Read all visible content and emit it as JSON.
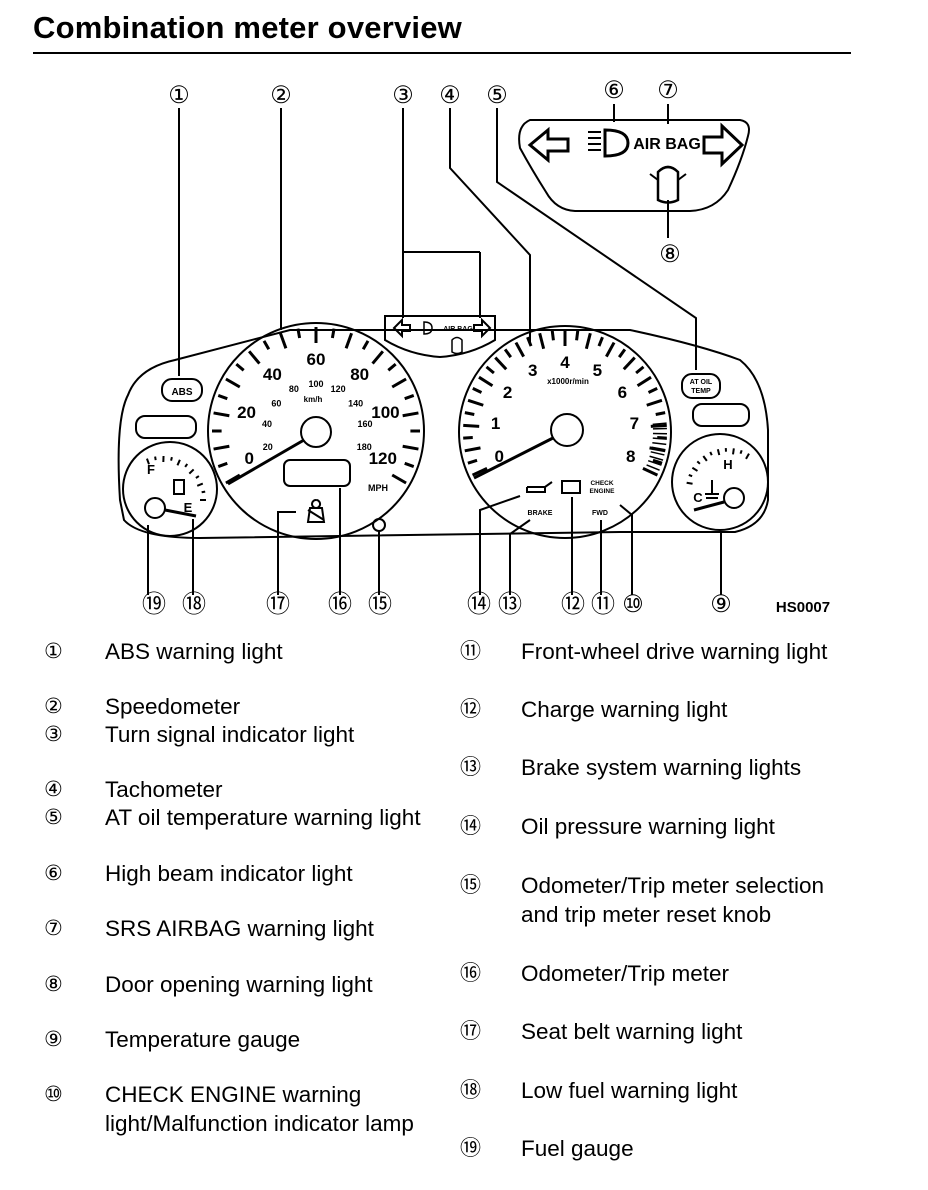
{
  "title": "Combination meter overview",
  "figure_code": "HS0007",
  "callouts": [
    "①",
    "②",
    "③",
    "④",
    "⑤",
    "⑥",
    "⑦",
    "⑧",
    "⑨",
    "⑩",
    "⑪",
    "⑫",
    "⑬",
    "⑭",
    "⑮",
    "⑯",
    "⑰",
    "⑱",
    "⑲"
  ],
  "inset": {
    "airbag": "AIR BAG"
  },
  "cluster": {
    "abs": "ABS",
    "airbag_small": "AIR BAG",
    "at_oil_line1": "AT OIL",
    "at_oil_line2": "TEMP",
    "speedometer": {
      "mph_ticks": [
        "0",
        "20",
        "40",
        "60",
        "80",
        "100",
        "120"
      ],
      "kmh_ticks": [
        "20",
        "40",
        "60",
        "80",
        "100",
        "120",
        "140",
        "160",
        "180"
      ],
      "kmh_unit": "km/h",
      "mph_unit": "MPH"
    },
    "tachometer": {
      "ticks": [
        "0",
        "1",
        "2",
        "3",
        "4",
        "5",
        "6",
        "7",
        "8"
      ],
      "unit": "x1000r/min"
    },
    "fuel": {
      "full": "F",
      "empty": "E"
    },
    "temp": {
      "hot": "H",
      "cold": "C"
    },
    "brake": "BRAKE",
    "fwd": "FWD",
    "check_line1": "CHECK",
    "check_line2": "ENGINE"
  },
  "legend_left": [
    {
      "num": "①",
      "text": "ABS warning light"
    },
    {
      "num": "②",
      "text": "Speedometer"
    },
    {
      "num": "③",
      "text": "Turn signal indicator light"
    },
    {
      "num": "④",
      "text": "Tachometer"
    },
    {
      "num": "⑤",
      "text": "AT oil temperature warning light"
    },
    {
      "num": "⑥",
      "text": "High beam indicator light"
    },
    {
      "num": "⑦",
      "text": "SRS AIRBAG warning light"
    },
    {
      "num": "⑧",
      "text": "Door opening warning light"
    },
    {
      "num": "⑨",
      "text": "Temperature gauge"
    },
    {
      "num": "⑩",
      "text": "CHECK ENGINE warning light/Malfunction indicator lamp"
    }
  ],
  "legend_right": [
    {
      "num": "⑪",
      "text": "Front-wheel drive warning light"
    },
    {
      "num": "⑫",
      "text": "Charge warning light"
    },
    {
      "num": "⑬",
      "text": "Brake system warning lights"
    },
    {
      "num": "⑭",
      "text": "Oil pressure warning light"
    },
    {
      "num": "⑮",
      "text": "Odometer/Trip meter selection and trip meter reset knob"
    },
    {
      "num": "⑯",
      "text": "Odometer/Trip meter"
    },
    {
      "num": "⑰",
      "text": "Seat belt warning light"
    },
    {
      "num": "⑱",
      "text": "Low fuel warning light"
    },
    {
      "num": "⑲",
      "text": "Fuel gauge"
    }
  ]
}
